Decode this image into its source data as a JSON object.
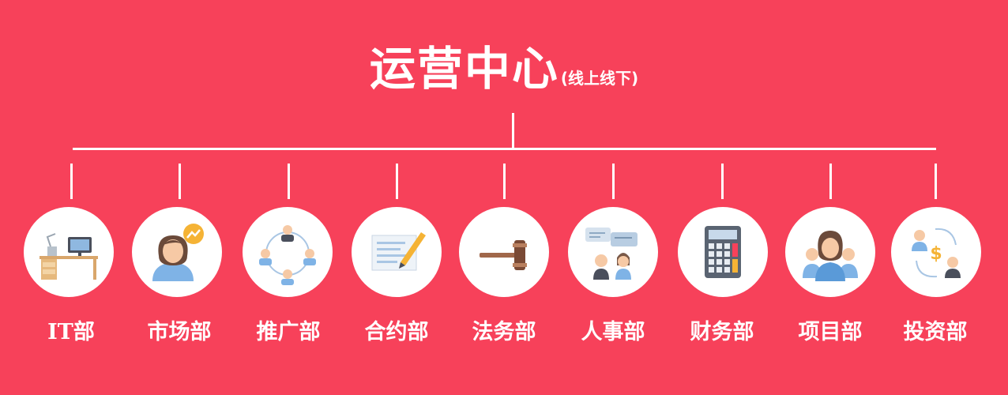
{
  "title": "运营中心",
  "subtitle": "(线上线下)",
  "colors": {
    "background": "#f7415a",
    "line": "#ffffff",
    "circle": "#ffffff"
  },
  "departments": [
    {
      "label": "IT部",
      "icon": "desk-computer-icon"
    },
    {
      "label": "市场部",
      "icon": "growth-person-icon"
    },
    {
      "label": "推广部",
      "icon": "network-people-icon"
    },
    {
      "label": "合约部",
      "icon": "contract-pen-icon"
    },
    {
      "label": "法务部",
      "icon": "gavel-icon"
    },
    {
      "label": "人事部",
      "icon": "chat-people-icon"
    },
    {
      "label": "财务部",
      "icon": "calculator-icon"
    },
    {
      "label": "项目部",
      "icon": "team-icon"
    },
    {
      "label": "投资部",
      "icon": "money-exchange-icon"
    }
  ]
}
